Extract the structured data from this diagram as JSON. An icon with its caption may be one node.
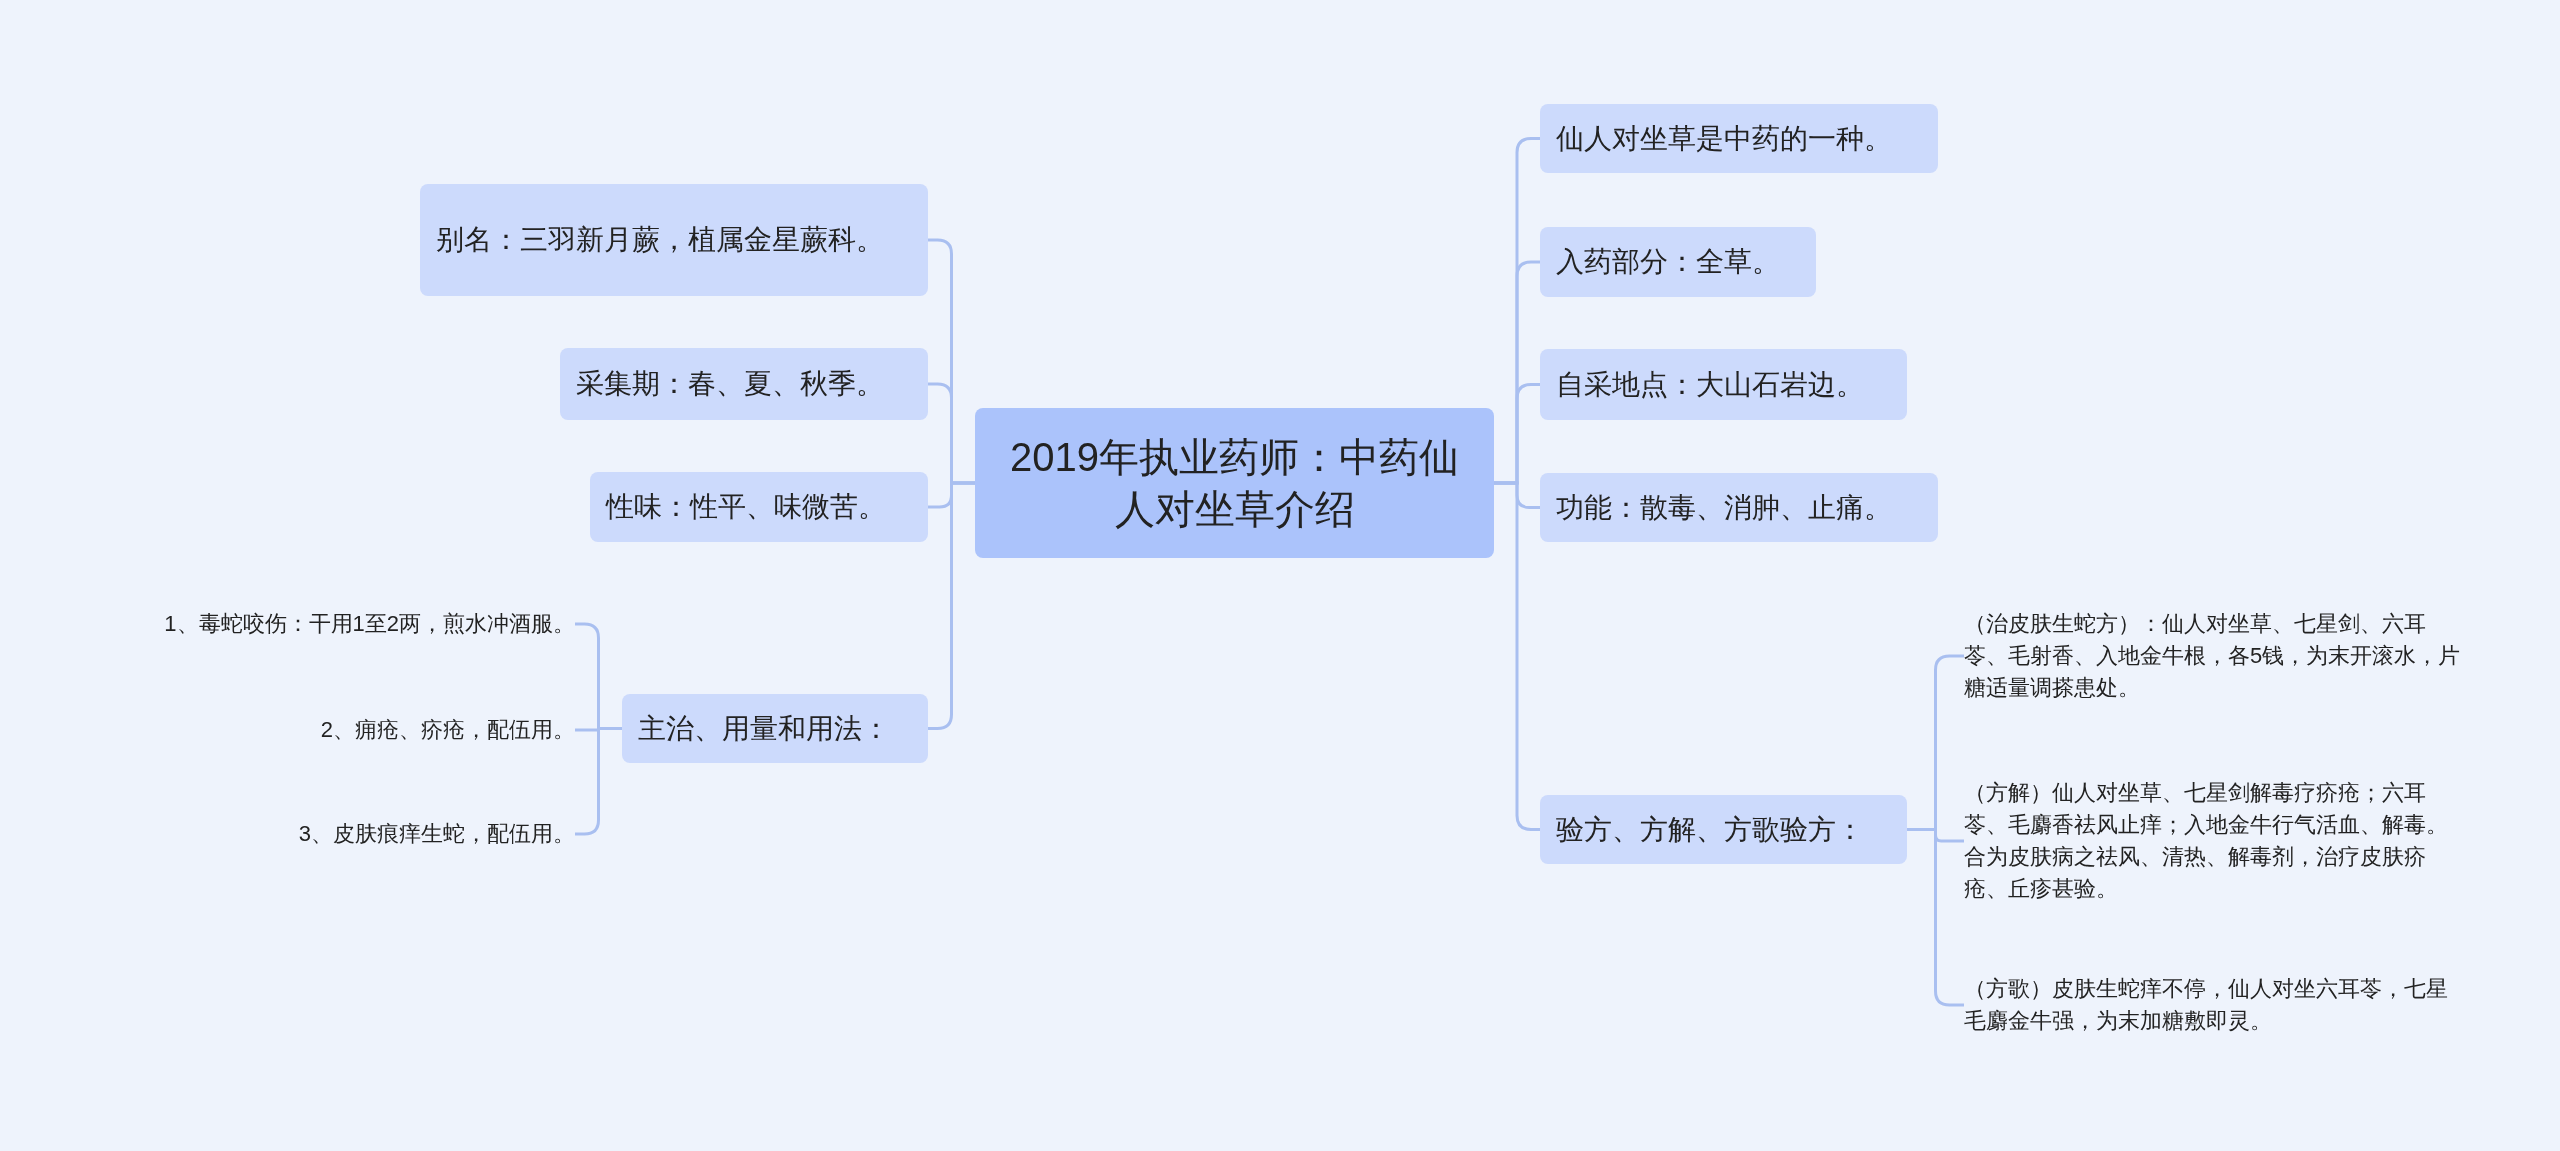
{
  "diagram": {
    "nodes": [
      {
        "text": [
          "2019年执业药师：中药仙人对坐草介绍"
        ]
      },
      {
        "text": [
          "别名：三羽新月蕨，植属金星蕨科。"
        ]
      },
      {
        "text": [
          "采集期：春、夏、秋季。"
        ]
      },
      {
        "text": [
          "性味：性平、味微苦。"
        ]
      },
      {
        "text": [
          "主治、用量和用法："
        ]
      },
      {
        "text": [
          "1、毒蛇咬伤：干用1至2两，煎水冲酒服。"
        ]
      },
      {
        "text": [
          "2、痈疮、疥疮，配伍用。"
        ]
      },
      {
        "text": [
          "3、皮肤痕痒生蛇，配伍用。"
        ]
      },
      {
        "text": [
          "仙人对坐草是中药的一种。"
        ]
      },
      {
        "text": [
          "入药部分：全草。"
        ]
      },
      {
        "text": [
          "自采地点：大山石岩边。"
        ]
      },
      {
        "text": [
          "功能：散毒、消肿、止痛。"
        ]
      },
      {
        "text": [
          "验方、方解、方歌验方："
        ]
      },
      {
        "text": [
          "（治皮肤生蛇方）：仙人对坐草、七星剑、六耳苓、毛射香、入地金牛根，各5钱，为末开滚水，片糖适量调搽患处。"
        ]
      },
      {
        "text": [
          "（方解）仙人对坐草、七星剑解毒疗疥疮；六耳苓、毛麝香祛风止痒；入地金牛行气活血、解毒。合为皮肤病之祛风、清热、解毒剂，治疗皮肤疥疮、丘疹甚验。"
        ]
      },
      {
        "text": [
          "（方歌）皮肤生蛇痒不停，仙人对坐六耳苓，七星毛麝金牛强，为末加糖敷即灵。"
        ]
      }
    ],
    "edges": [
      {
        "from": 0,
        "to": 1,
        "arrow": "none"
      },
      {
        "from": 0,
        "to": 2,
        "arrow": "none"
      },
      {
        "from": 0,
        "to": 3,
        "arrow": "none"
      },
      {
        "from": 0,
        "to": 4,
        "arrow": "none"
      },
      {
        "from": 4,
        "to": 5,
        "arrow": "none"
      },
      {
        "from": 4,
        "to": 6,
        "arrow": "none"
      },
      {
        "from": 4,
        "to": 7,
        "arrow": "none"
      },
      {
        "from": 0,
        "to": 8,
        "arrow": "none"
      },
      {
        "from": 0,
        "to": 9,
        "arrow": "none"
      },
      {
        "from": 0,
        "to": 10,
        "arrow": "none"
      },
      {
        "from": 0,
        "to": 11,
        "arrow": "none"
      },
      {
        "from": 0,
        "to": 12,
        "arrow": "none"
      },
      {
        "from": 12,
        "to": 13,
        "arrow": "none"
      },
      {
        "from": 12,
        "to": 14,
        "arrow": "none"
      },
      {
        "from": 12,
        "to": 15,
        "arrow": "none"
      }
    ]
  }
}
